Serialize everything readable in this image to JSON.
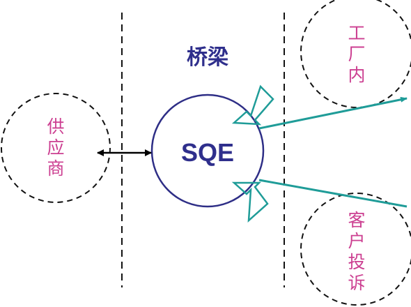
{
  "diagram": {
    "title": "桥梁",
    "center_label": "SQE",
    "nodes": {
      "supplier": {
        "lines": [
          "供",
          "应",
          "商"
        ]
      },
      "factory": {
        "lines": [
          "工",
          "厂",
          "内"
        ]
      },
      "complaint": {
        "lines": [
          "客",
          "户",
          "投",
          "诉"
        ]
      }
    }
  },
  "colors": {
    "center_stroke": "#2e2e86",
    "title_text": "#2f2f8c",
    "node_text": "#cc3f91",
    "arrow_teal": "#1f9c98",
    "dashed": "#111111",
    "double_arrow": "#000000"
  }
}
